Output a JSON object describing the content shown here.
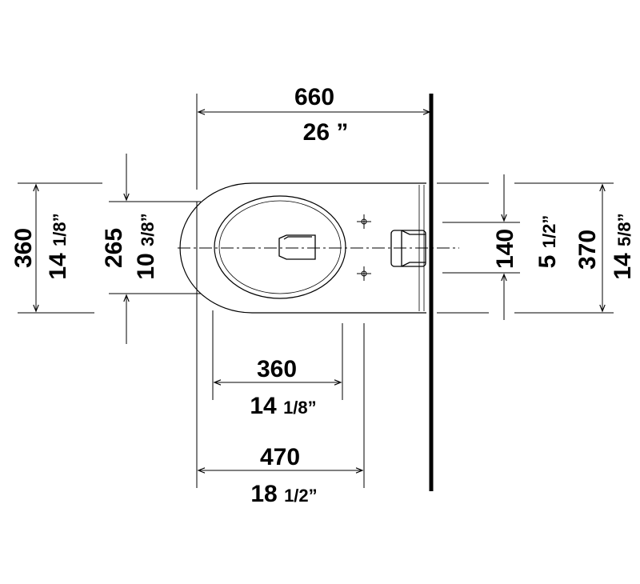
{
  "dimensions": {
    "total_length": {
      "mm": "660",
      "inch": "26 ”"
    },
    "seat_width": {
      "mm": "360",
      "inch_whole": "14",
      "inch_frac": "1/8”"
    },
    "seat_inner_width": {
      "mm": "265",
      "inch_whole": "10",
      "inch_frac": "3/8”"
    },
    "outlet_height": {
      "mm": "140",
      "inch_whole": "5",
      "inch_frac": "1/2”"
    },
    "tank_width": {
      "mm": "370",
      "inch_whole": "14",
      "inch_frac": "5/8”"
    },
    "bowl_to_fixing": {
      "mm": "360",
      "inch_whole": "14",
      "inch_frac": "1/8”"
    },
    "front_to_fixing": {
      "mm": "470",
      "inch_whole": "18",
      "inch_frac": "1/2”"
    }
  }
}
